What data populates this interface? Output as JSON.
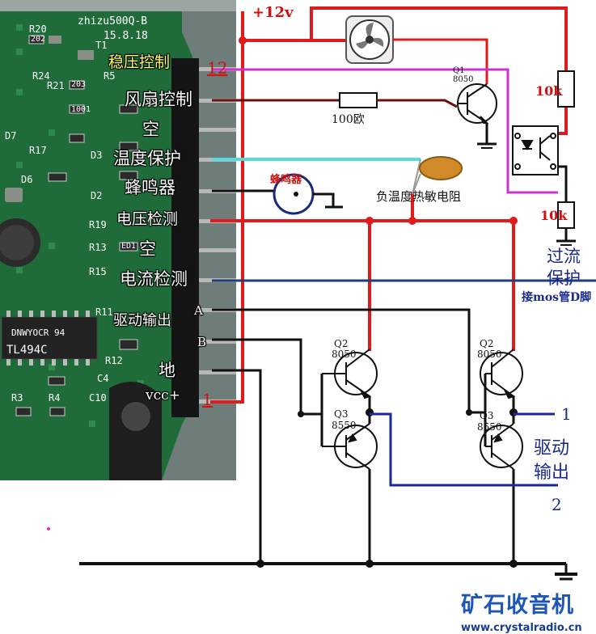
{
  "board": {
    "model": "zhizu500Q-B",
    "date": "15.8.18",
    "chip": "TL494C",
    "chip_marking": "DNWYOCR 94",
    "components": [
      "R24",
      "R20",
      "R21",
      "D6",
      "D2",
      "D3",
      "D7",
      "R17",
      "R5",
      "R13",
      "R11",
      "R3",
      "R4",
      "R12",
      "C10",
      "C4",
      "R19",
      "R15",
      "T1",
      "202",
      "203",
      "1001",
      "ED1"
    ]
  },
  "pins": {
    "regulator_control": "稳压控制",
    "pin12_number": "12",
    "fan_control": "风扇控制",
    "empty_1": "空",
    "temperature_protection": "温度保护",
    "buzzer": "蜂鸣器",
    "voltage_detect": "电压检测",
    "empty_2": "空",
    "current_detect": "电流检测",
    "drive_output": "驱动输出",
    "drive_a": "A",
    "drive_b": "B",
    "ground": "地",
    "vcc": "vcc+",
    "pin1_number": "1"
  },
  "circuit": {
    "supply": "+12v",
    "resistor_100": "100欧",
    "fan_transistor_name": "Q1",
    "fan_transistor_type": "8050",
    "resistor_10k_top": "10k",
    "resistor_10k_bottom": "10k",
    "buzzer_label": "蜂鸣器",
    "ntc_label": "负温度热敏电阻",
    "overcurrent_line1": "过流",
    "overcurrent_line2": "保护",
    "mos_note": "接mos管D脚",
    "q2_name": "Q2",
    "q2_type": "8050",
    "q3_name": "Q3",
    "q3_type": "8550",
    "output_1": "1",
    "output_2": "2",
    "drive_output_line1": "驱动",
    "drive_output_line2": "输出"
  },
  "logo": {
    "name": "矿石收音机",
    "url": "www.crystalradio.cn"
  },
  "colors": {
    "supply_wire": "#e01b1b",
    "ground_wire": "#111111",
    "feedback_wire": "#cc33cc",
    "temperature_wire": "#55dddd",
    "current_wire": "#1f3f77",
    "fan_base_wire": "#6b1010",
    "output_wire": "#1a2a9a",
    "pcb_green": "#1f6b3a",
    "logo_blue": "#1d56b8"
  }
}
